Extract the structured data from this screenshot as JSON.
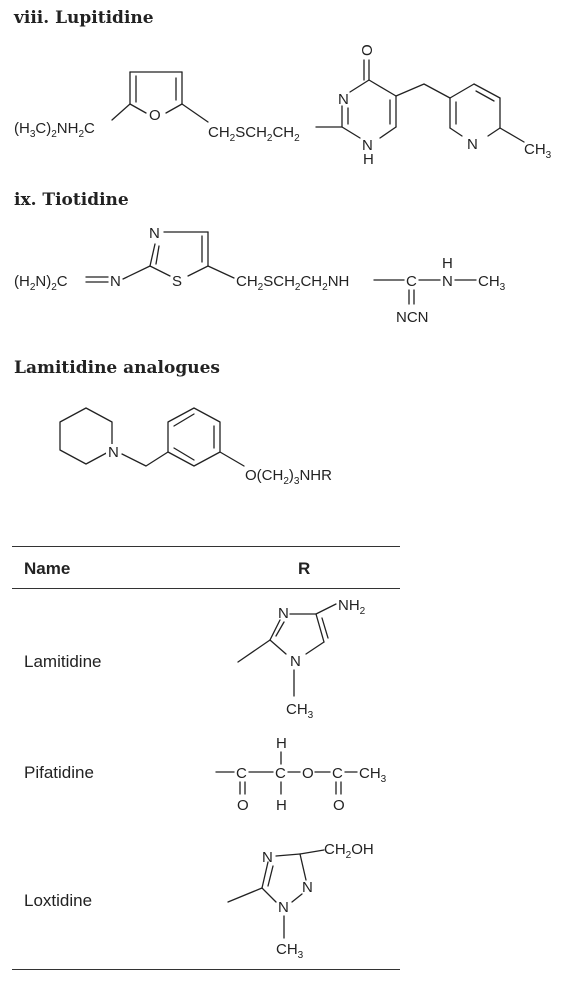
{
  "headings": {
    "lupitidine": "viii. Lupitidine",
    "tiotidine": "ix. Tiotidine",
    "lamitidine_analogues": "Lamitidine analogues"
  },
  "lupitidine": {
    "left_group_base": "(H",
    "left_group_s1": "3",
    "left_group_mid": "C)",
    "left_group_s2": "2",
    "left_group_mid2": "NH",
    "left_group_s3": "2",
    "left_group_end": "C",
    "ring_o": "O",
    "chain_a": "CH",
    "chain_s1": "2",
    "chain_b": "SCH",
    "chain_s2": "2",
    "chain_c": "CH",
    "chain_s3": "2",
    "pyr_n_top": "N",
    "pyr_nh_n": "N",
    "pyr_nh_h": "H",
    "pyr_o": "O",
    "py_n": "N",
    "methyl_a": "CH",
    "methyl_s": "3"
  },
  "tiotidine": {
    "left_a": "(H",
    "left_s1": "2",
    "left_b": "N)",
    "left_s2": "2",
    "left_c": "C",
    "left_n": "N",
    "ring_n": "N",
    "ring_s": "S",
    "chain_a": "CH",
    "chain_s1": "2",
    "chain_b": "SCH",
    "chain_s2": "2",
    "chain_c": "CH",
    "chain_s3": "2",
    "chain_d": "NH",
    "c_atom": "C",
    "n_atom": "N",
    "h_atom": "H",
    "ch3_a": "CH",
    "ch3_s": "3",
    "ncn": "NCN"
  },
  "lamitidine_core": {
    "pip_n": "N",
    "tail_a": "O(CH",
    "tail_s1": "2",
    "tail_b": ")",
    "tail_s2": "3",
    "tail_c": "NHR"
  },
  "table": {
    "col_name": "Name",
    "col_r": "R",
    "rows": [
      {
        "name": "Lamitidine"
      },
      {
        "name": "Pifatidine"
      },
      {
        "name": "Loxtidine"
      }
    ]
  },
  "r_lamitidine": {
    "n_top": "N",
    "n_bot": "N",
    "nh2_a": "NH",
    "nh2_s": "2",
    "ch3_a": "CH",
    "ch3_s": "3"
  },
  "r_pifatidine": {
    "h_top": "H",
    "c1": "C",
    "c2": "C",
    "o_mid": "O",
    "c3": "C",
    "ch3_a": "CH",
    "ch3_s": "3",
    "o1": "O",
    "h_bot": "H",
    "o3": "O"
  },
  "r_loxtidine": {
    "n_top": "N",
    "n_right": "N",
    "n_bot": "N",
    "ch2oh_a": "CH",
    "ch2oh_s": "2",
    "ch2oh_b": "OH",
    "ch3_a": "CH",
    "ch3_s": "3"
  }
}
